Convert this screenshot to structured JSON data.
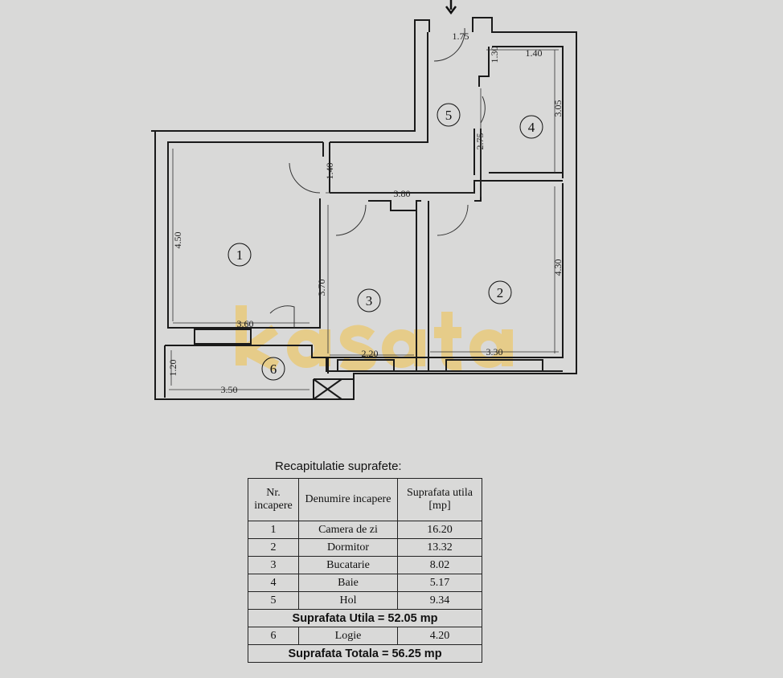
{
  "plan": {
    "rooms": [
      "1",
      "2",
      "3",
      "4",
      "5",
      "6"
    ],
    "dimensions": {
      "d175": "1.75",
      "d130": "1.30",
      "d140a": "1.40",
      "d305": "3.05",
      "d275": "2.75",
      "d140b": "1.40",
      "d380": "3.80",
      "d450": "4.50",
      "d370": "3.70",
      "d430": "4.30",
      "d360": "3.60",
      "d220": "2.20",
      "d330": "3.30",
      "d120": "1.20",
      "d350": "3.50"
    },
    "entrance_icon": "arrow-down-icon",
    "watermark": "kasata",
    "watermark_color": "#f2c24a"
  },
  "table": {
    "caption": "Recapitulatie suprafete:",
    "headers": [
      "Nr. incapere",
      "Denumire incapere",
      "Suprafata utila [mp]"
    ],
    "rows": [
      {
        "nr": "1",
        "name": "Camera de zi",
        "area": "16.20"
      },
      {
        "nr": "2",
        "name": "Dormitor",
        "area": "13.32"
      },
      {
        "nr": "3",
        "name": "Bucatarie",
        "area": "8.02"
      },
      {
        "nr": "4",
        "name": "Baie",
        "area": "5.17"
      },
      {
        "nr": "5",
        "name": "Hol",
        "area": "9.34"
      }
    ],
    "subtotal": "Suprafata Utila  =  52.05 mp",
    "extra_row": {
      "nr": "6",
      "name": "Logie",
      "area": "4.20"
    },
    "total": "Suprafata Totala  =  56.25 mp"
  }
}
